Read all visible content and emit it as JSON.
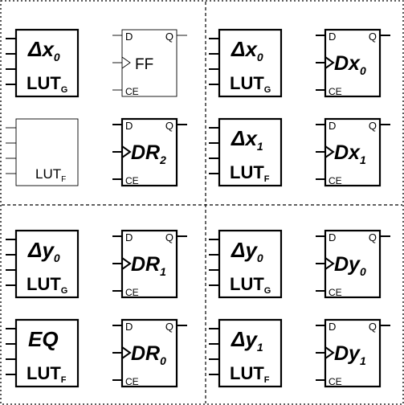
{
  "quadrants": [
    {
      "luts": [
        {
          "style": "bold",
          "main": "Δx",
          "sub": "0",
          "lut": "LUT",
          "lut_sub": "G"
        },
        {
          "style": "thin",
          "main": "",
          "sub": "",
          "lut": "LUT",
          "lut_sub": "F"
        }
      ],
      "ffs": [
        {
          "style": "thin",
          "d": "D",
          "q": "Q",
          "ce": "CE",
          "main": "FF",
          "sub": ""
        },
        {
          "style": "bold",
          "d": "D",
          "q": "Q",
          "ce": "CE",
          "main": "DR",
          "sub": "2"
        }
      ]
    },
    {
      "luts": [
        {
          "style": "bold",
          "main": "Δx",
          "sub": "0",
          "lut": "LUT",
          "lut_sub": "G"
        },
        {
          "style": "bold",
          "main": "Δx",
          "sub": "1",
          "lut": "LUT",
          "lut_sub": "F"
        }
      ],
      "ffs": [
        {
          "style": "bold",
          "d": "D",
          "q": "Q",
          "ce": "CE",
          "main": "Dx",
          "sub": "0"
        },
        {
          "style": "bold",
          "d": "D",
          "q": "Q",
          "ce": "CE",
          "main": "Dx",
          "sub": "1"
        }
      ]
    },
    {
      "luts": [
        {
          "style": "bold",
          "main": "Δy",
          "sub": "0",
          "lut": "LUT",
          "lut_sub": "G"
        },
        {
          "style": "bold",
          "main": "EQ",
          "sub": "",
          "lut": "LUT",
          "lut_sub": "F"
        }
      ],
      "ffs": [
        {
          "style": "bold",
          "d": "D",
          "q": "Q",
          "ce": "CE",
          "main": "DR",
          "sub": "1"
        },
        {
          "style": "bold",
          "d": "D",
          "q": "Q",
          "ce": "CE",
          "main": "DR",
          "sub": "0"
        }
      ]
    },
    {
      "luts": [
        {
          "style": "bold",
          "main": "Δy",
          "sub": "0",
          "lut": "LUT",
          "lut_sub": "G"
        },
        {
          "style": "bold",
          "main": "Δy",
          "sub": "1",
          "lut": "LUT",
          "lut_sub": "F"
        }
      ],
      "ffs": [
        {
          "style": "bold",
          "d": "D",
          "q": "Q",
          "ce": "CE",
          "main": "Dy",
          "sub": "0"
        },
        {
          "style": "bold",
          "d": "D",
          "q": "Q",
          "ce": "CE",
          "main": "Dy",
          "sub": "1"
        }
      ]
    }
  ]
}
